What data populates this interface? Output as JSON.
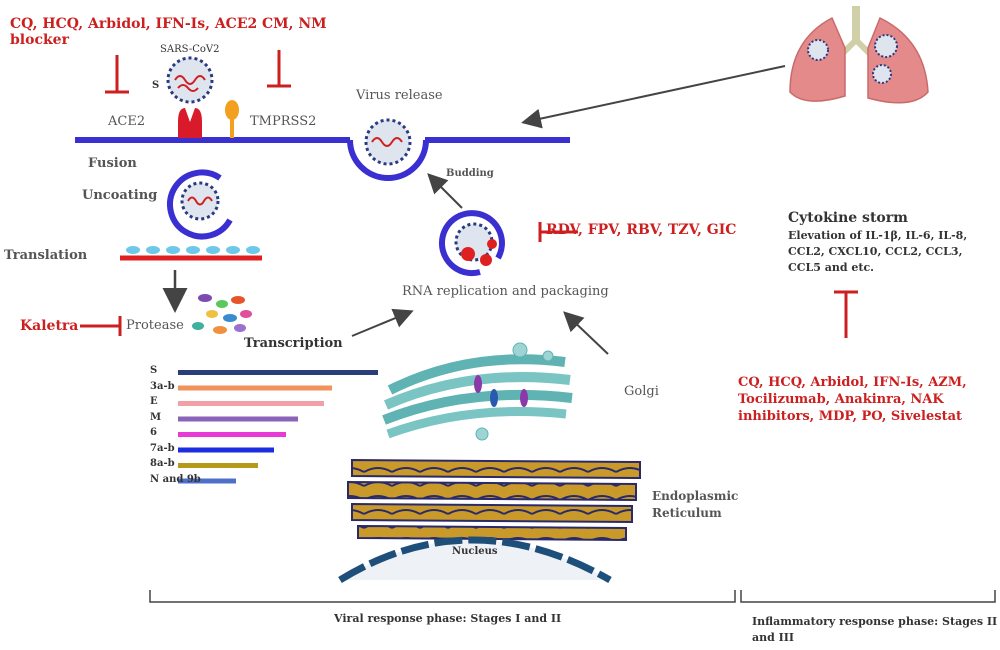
{
  "drugs": {
    "entry_blockers": "CQ, HCQ, Arbidol, IFN-Is, ACE2 blocker",
    "tmprss2_blockers": "CM, NM",
    "replication_blockers": "RDV, FPV, RBV, TZV, GIC",
    "protease_blocker": "Kaletra",
    "inflammation_drugs": "CQ, HCQ, Arbidol, IFN-Is, AZM, Tocilizumab, Anakinra,  NAK inhibitors, MDP, PO, Sivelestat"
  },
  "labels": {
    "virus": "SARS-CoV2",
    "spike": "S",
    "ace2": "ACE2",
    "tmprss2": "TMPRSS2",
    "virus_release": "Virus release",
    "fusion": "Fusion",
    "uncoating": "Uncoating",
    "budding": "Budding",
    "translation": "Translation",
    "protease": "Protease",
    "transcription": "Transcription",
    "rna_replication": "RNA replication and packaging",
    "golgi": "Golgi",
    "er": "Endoplasmic Reticulum",
    "nucleus": "Nucleus"
  },
  "cytokine": {
    "title": "Cytokine storm",
    "text": "Elevation of IL-1β, IL-6, IL-8, CCL2, CXCL10, CCL2, CCL3, CCL5 and etc."
  },
  "genes": [
    {
      "label": "S",
      "color": "#2b3d7a"
    },
    {
      "label": "3a-b",
      "color": "#f0925a"
    },
    {
      "label": "E",
      "color": "#f2a0a8"
    },
    {
      "label": "M",
      "color": "#8a64b8"
    },
    {
      "label": "6",
      "color": "#e83ad6"
    },
    {
      "label": "7a-b",
      "color": "#1a2ee0"
    },
    {
      "label": "8a-b",
      "color": "#b59a1a"
    },
    {
      "label": "N and 9b",
      "color": "#4f70c8"
    }
  ],
  "phases": {
    "viral": "Viral response phase: Stages I and II",
    "inflammatory": "Inflammatory response phase: Stages II and III"
  },
  "colors": {
    "drug": "#cc1f1f",
    "membrane": "#3a2fd0",
    "rna": "#e02020"
  }
}
